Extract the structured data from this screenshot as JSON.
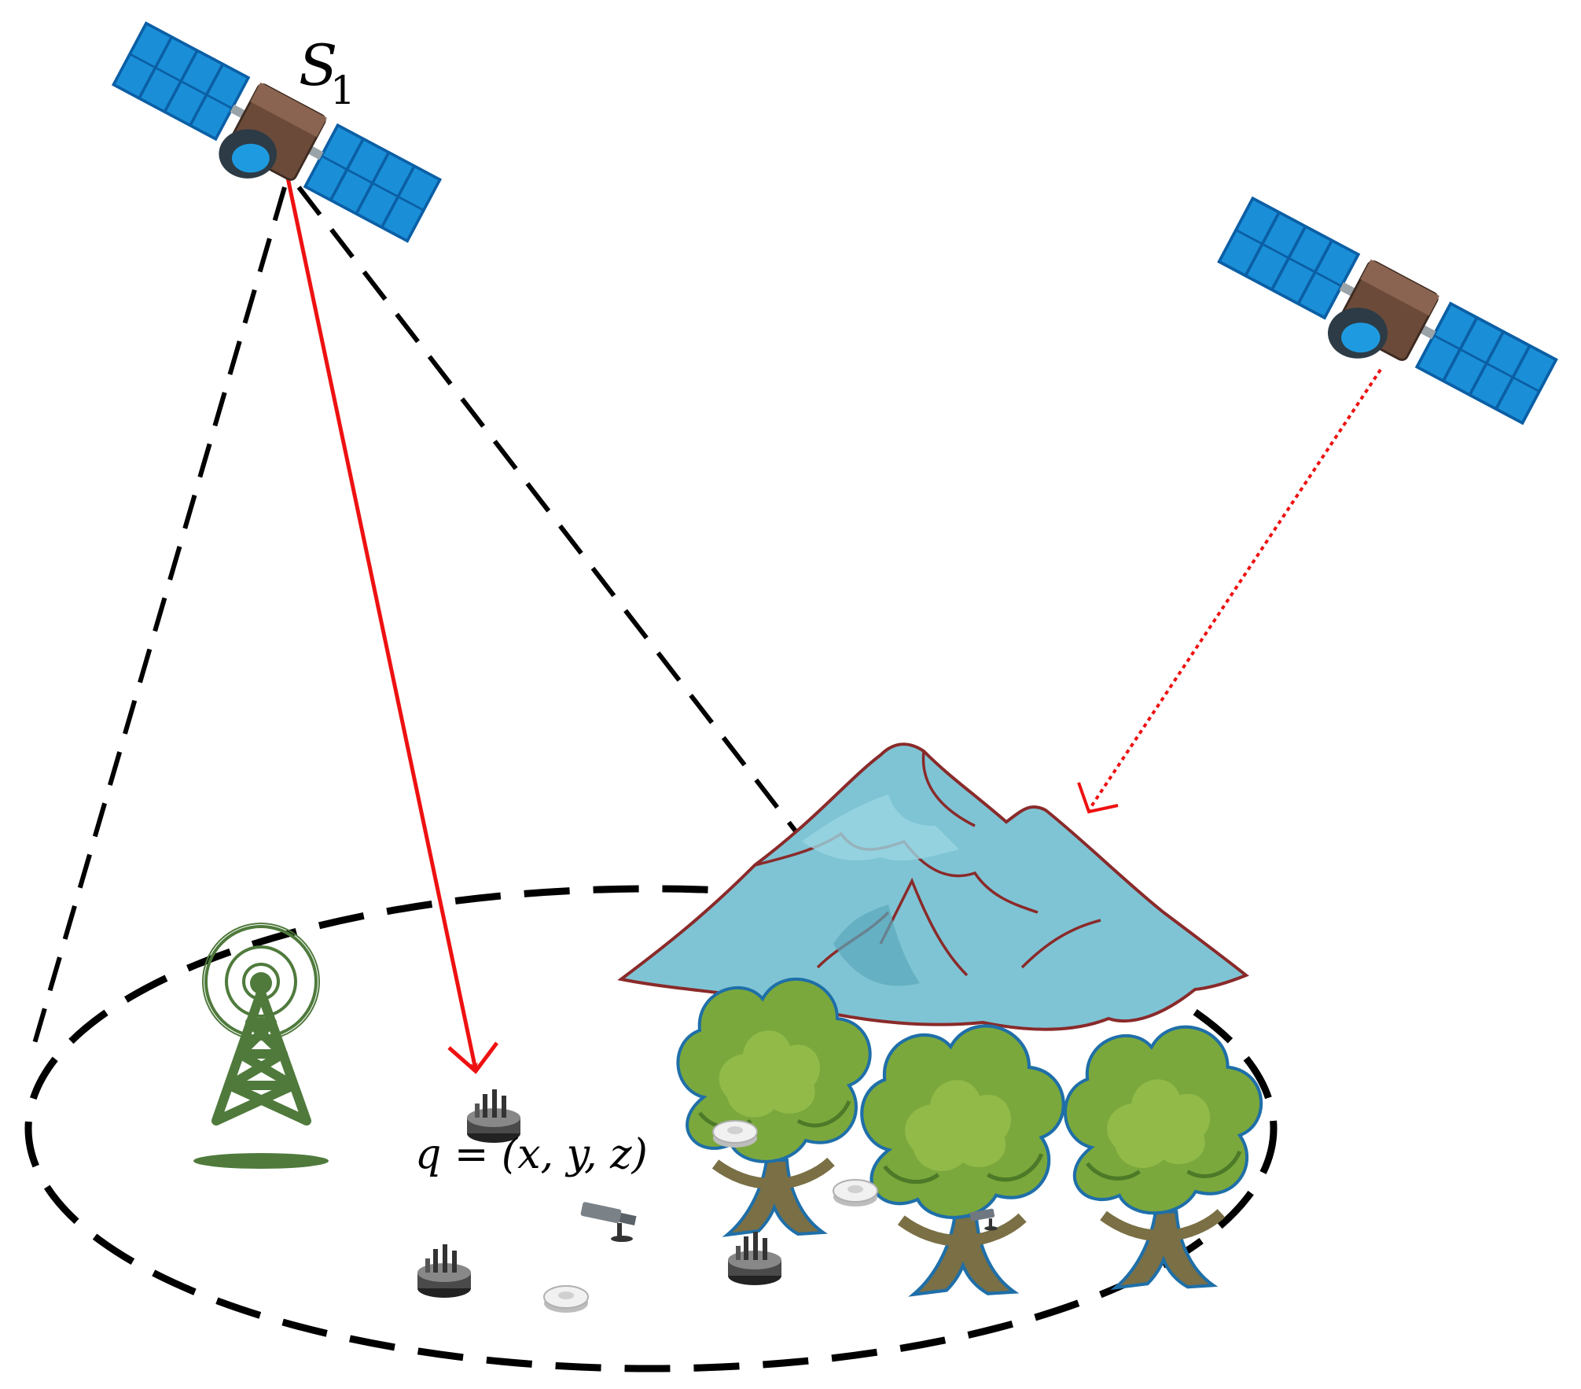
{
  "labels": {
    "satellite_name": "S",
    "satellite_subscript": "1",
    "point_label": "q = (x, y, z)"
  },
  "colors": {
    "signal": "#ee1111",
    "coverage": "#000000",
    "panel": "#1a8fd8",
    "panel_dark": "#0b5fa5",
    "body": "#6b4a3a",
    "mountain": "#7fc4d4",
    "mountain_edge": "#8a2a2a",
    "tree_leaf": "#7aa83c",
    "tree_edge": "#1f6fa8",
    "trunk": "#7a6f45",
    "tower": "#4f7a3c"
  },
  "icons": {
    "satellite_1": "satellite-icon",
    "satellite_2": "satellite-icon",
    "mountain": "mountain-icon",
    "trees": "tree-icon",
    "tower": "radio-tower-icon",
    "sensors": [
      "sensor-node-icon",
      "smoke-detector-icon",
      "camera-icon"
    ]
  }
}
